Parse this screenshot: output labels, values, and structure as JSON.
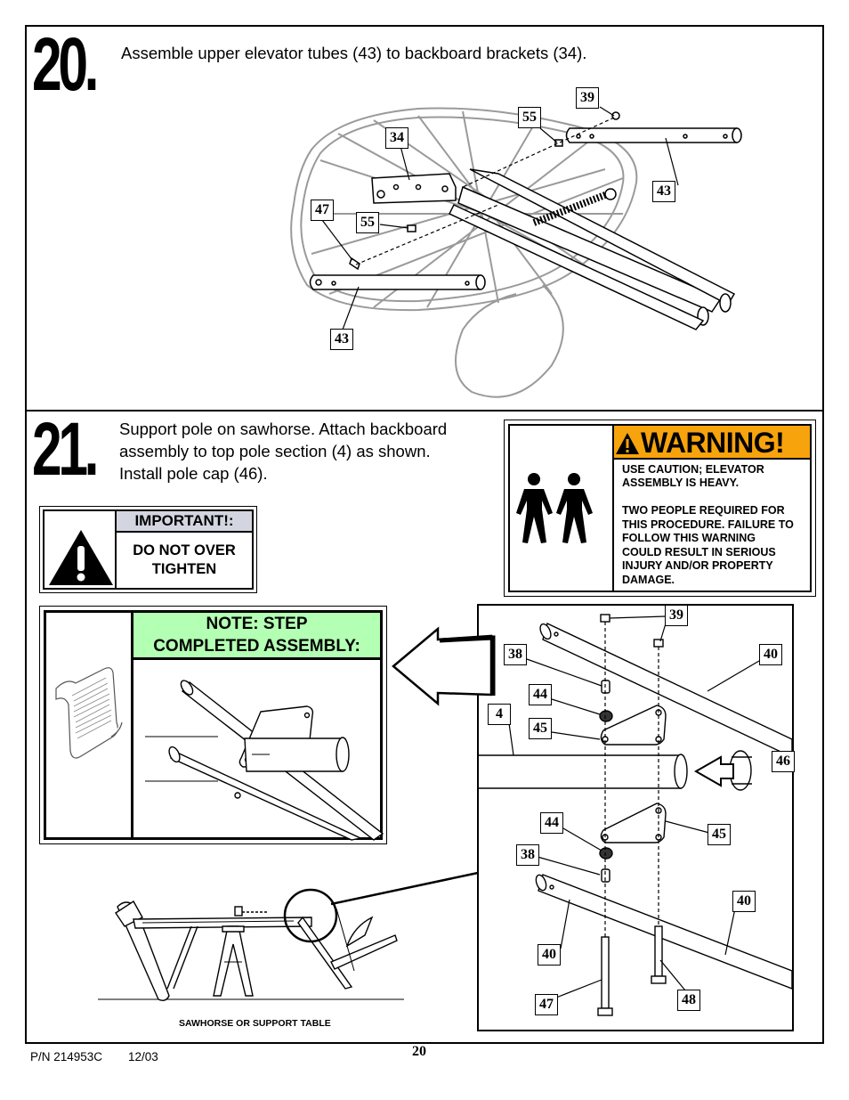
{
  "step20": {
    "number": "20.",
    "instruction": "Assemble upper elevator tubes (43) to backboard brackets (34).",
    "callouts": [
      "39",
      "55",
      "34",
      "43",
      "47",
      "55",
      "43"
    ]
  },
  "step21": {
    "number": "21.",
    "instruction_lines": [
      "Support pole on sawhorse.  Attach backboard",
      "assembly to top pole section (4) as shown.",
      "Install pole cap (46)."
    ],
    "important": {
      "title": "IMPORTANT!:",
      "body_lines": [
        "DO NOT OVER",
        "TIGHTEN"
      ]
    },
    "warning": {
      "title": "WARNING!",
      "lines": [
        "USE CAUTION; ELEVATOR",
        "ASSEMBLY IS HEAVY.",
        "",
        "TWO PEOPLE REQUIRED FOR",
        "THIS PROCEDURE.  FAILURE TO",
        "FOLLOW THIS WARNING",
        "COULD RESULT IN SERIOUS",
        "INJURY AND/OR PROPERTY",
        "DAMAGE."
      ]
    },
    "note": {
      "lines": [
        "NOTE: STEP",
        "COMPLETED ASSEMBLY:"
      ]
    },
    "sawhorse_caption": "SAWHORSE OR SUPPORT TABLE",
    "callouts": [
      "39",
      "38",
      "40",
      "44",
      "4",
      "45",
      "46",
      "44",
      "45",
      "38",
      "40",
      "40",
      "47",
      "48"
    ]
  },
  "footer": {
    "part_number": "P/N 214953C",
    "date": "12/03",
    "page": "20"
  },
  "colors": {
    "warning_orange": "#f7a30c",
    "note_green": "#b3ffb3",
    "important_gray": "#d3d6e0"
  }
}
